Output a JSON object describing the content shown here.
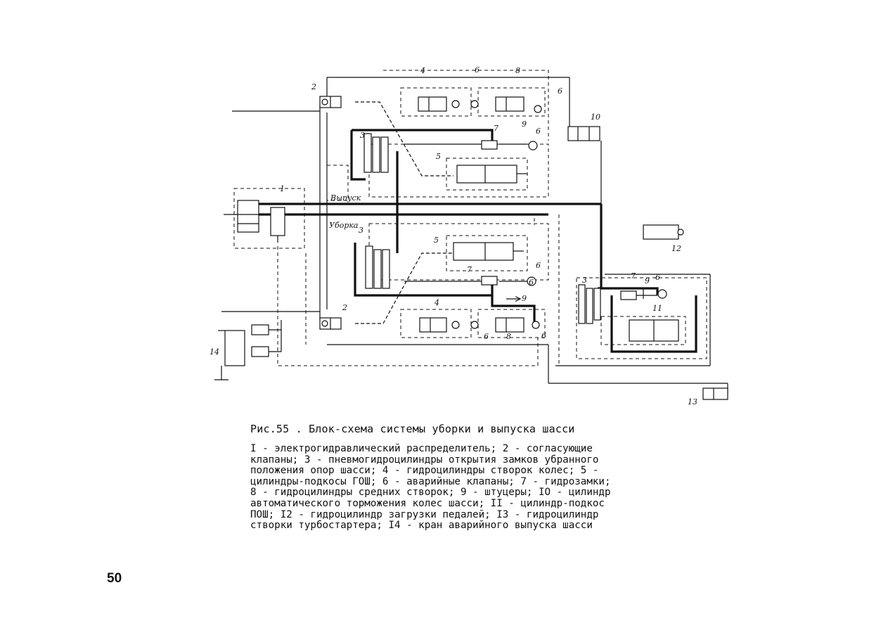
{
  "figure": {
    "labels": {
      "l1": "1",
      "l2a": "2",
      "l2b": "2",
      "l3a": "3",
      "l3b": "3",
      "l3c": "3",
      "l4a": "4",
      "l4b": "4",
      "l5a": "5",
      "l5b": "5",
      "l6a": "6",
      "l6b": "6",
      "l6c": "6",
      "l6d": "6",
      "l6e": "6",
      "l6f": "6",
      "l6g": "6",
      "l6h": "6",
      "l7a": "7",
      "l7b": "7",
      "l7c": "7",
      "l8a": "8",
      "l8b": "8",
      "l9a": "9",
      "l9b": "9",
      "l9c": "9",
      "l10": "10",
      "l11": "11",
      "l12": "12",
      "l13": "13",
      "l14": "14",
      "vypusk": "Выпуск",
      "uborka": "Уборка"
    }
  },
  "caption": {
    "title": "Рис.55 . Блок-схема системы уборки и выпуска шасси",
    "lines": [
      "I - электрогидравлический распределитель; 2 - согласующие",
      "клапаны; 3 - пневмогидроцилиндры открытия замков убранного",
      "положения опор шасси; 4 - гидроцилиндры створок колес; 5 -",
      "цилиндры-подкосы ГОШ; 6 - аварийные клапаны; 7 - гидрозамки;",
      "8 - гидроцилиндры средних створок; 9 - штуцеры; IO - цилиндр",
      "автоматического торможения колес шасси; II - цилиндр-подкос",
      "ПОШ; I2 - гидроцилиндр загрузки педалей; I3 - гидроцилиндр",
      "створки турбостартера; I4 - кран аварийного выпуска шасси"
    ]
  },
  "page_number": "50"
}
